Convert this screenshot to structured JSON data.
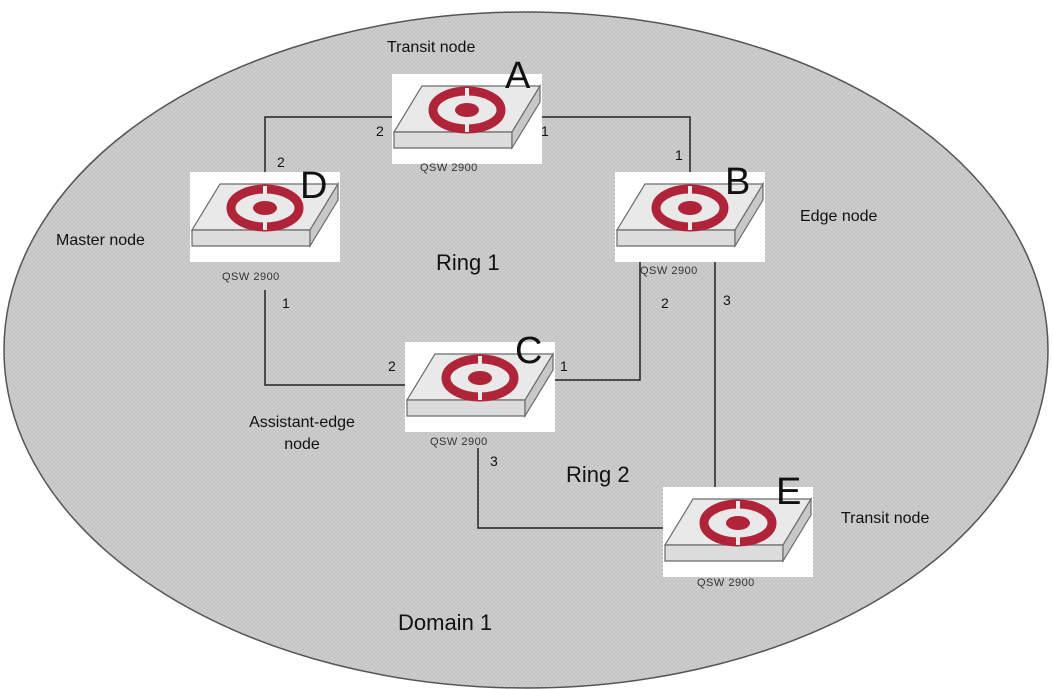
{
  "domain_label": "Domain 1",
  "rings": [
    {
      "label": "Ring 1"
    },
    {
      "label": "Ring 2"
    }
  ],
  "nodes": [
    {
      "id": "A",
      "letter": "A",
      "model": "QSW 2900",
      "role": "Transit node"
    },
    {
      "id": "B",
      "letter": "B",
      "model": "QSW 2900",
      "role": "Edge node"
    },
    {
      "id": "C",
      "letter": "C",
      "model": "QSW 2900",
      "role": "Assistant-edge node"
    },
    {
      "id": "D",
      "letter": "D",
      "model": "QSW 2900",
      "role": "Master node"
    },
    {
      "id": "E",
      "letter": "E",
      "model": "QSW 2900",
      "role": "Transit node"
    }
  ],
  "ports": {
    "a_to_d": "2",
    "a_to_b": "1",
    "b_to_a": "1",
    "b_to_c": "2",
    "b_to_e": "3",
    "c_to_d": "2",
    "c_to_b": "1",
    "c_to_e": "3",
    "d_to_a": "2",
    "d_to_c": "1"
  },
  "colors": {
    "background_fill": "#cfcfcf",
    "switch_logo": "#b0243a",
    "line": "#222222"
  }
}
